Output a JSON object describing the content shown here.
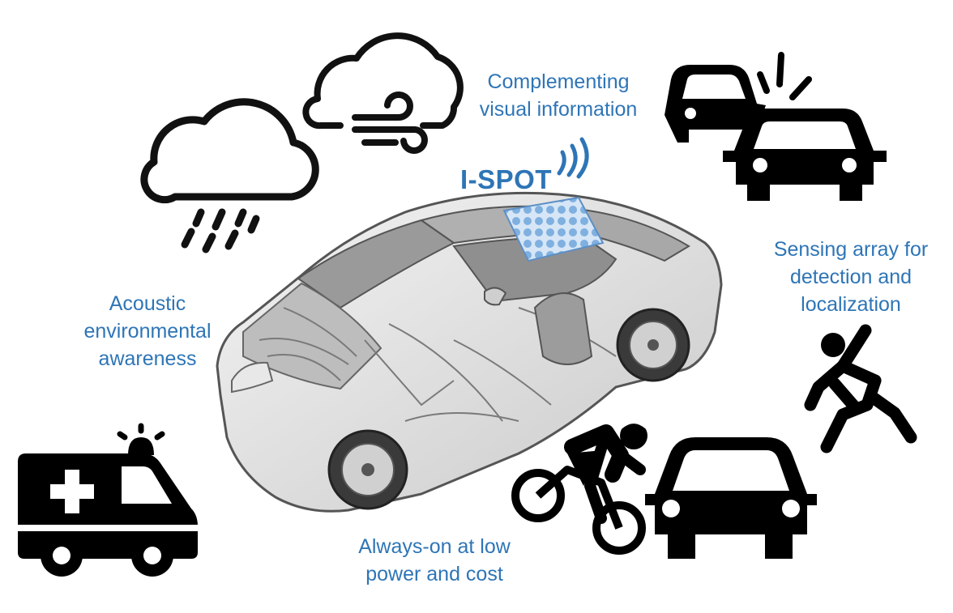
{
  "labels": {
    "complementing": [
      "Complementing",
      "visual information"
    ],
    "sensing": [
      "Sensing array for",
      "detection and",
      "localization"
    ],
    "acoustic": [
      "Acoustic",
      "environmental",
      "awareness"
    ],
    "always_on": [
      "Always-on at low",
      "power and cost"
    ]
  },
  "logo": {
    "text": "I-SPOT"
  },
  "icons": {
    "rain_cloud": "rain-cloud-icon",
    "wind_cloud": "wind-cloud-icon",
    "car_crash": "car-crash-icon",
    "falling_person": "falling-person-icon",
    "ambulance": "ambulance-icon",
    "cyclist": "cyclist-icon",
    "car": "car-icon",
    "vehicle": "transparent-car-illustration"
  },
  "colors": {
    "label_blue": "#2e75b6",
    "icon_black": "#000000",
    "array_blue": "#9cc3ea"
  }
}
